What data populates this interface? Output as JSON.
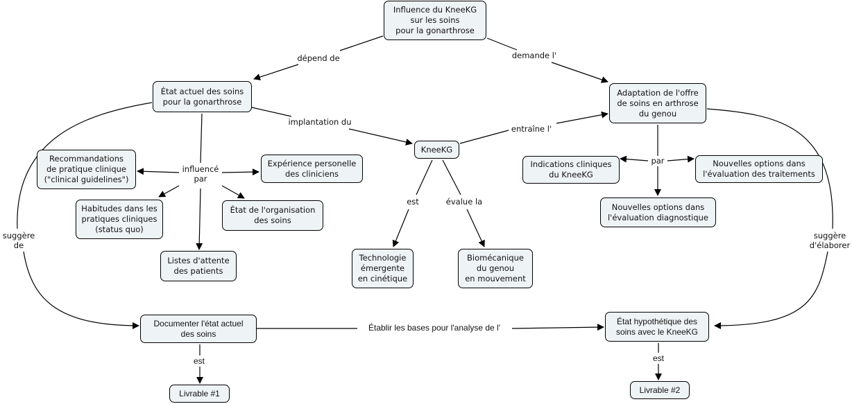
{
  "nodes": {
    "root": "Influence du KneeKG\nsur les soins\npour la gonarthrose",
    "etat_actuel": "État actuel des soins\npour la gonarthrose",
    "adaptation": "Adaptation de l'offre\nde soins en arthrose\ndu genou",
    "kneekg": "KneeKG",
    "recommandations": "Recommandations\nde pratique clinique\n(\"clinical guidelines\")",
    "experience": "Expérience personelle\ndes cliniciens",
    "habitudes": "Habitudes dans les\npratiques cliniques\n(status quo)",
    "organisation": "État de l'organisation\ndes soins",
    "listes": "Listes d'attente\ndes patients",
    "technologie": "Technologie\némergente\nen cinétique",
    "biomecanique": "Biomécanique\ndu genou\nen mouvement",
    "indications": "Indications cliniques\ndu KneeKG",
    "options_traitements": "Nouvelles options dans\nl'évaluation des traitements",
    "options_diagnostique": "Nouvelles options dans\nl'évaluation diagnostique",
    "documenter": "Documenter l'état actuel\ndes soins",
    "hypothetique": "État hypothétique des\nsoins avec le KneeKG",
    "livrable1": "Livrable #1",
    "livrable2": "Livrable #2"
  },
  "links": {
    "depend_de": "dépend de",
    "demande": "demande l'",
    "implantation": "implantation du",
    "entraine": "entraîne l'",
    "influence_par": "influencé\npar",
    "est_kneekg": "est",
    "evalue": "évalue la",
    "par": "par",
    "suggere_de": "suggère\nde",
    "suggere_elaborer": "suggère\nd'élaborer",
    "etablir": "Établir les bases pour l'analyse de l'",
    "est_doc": "est",
    "est_hyp": "est"
  }
}
